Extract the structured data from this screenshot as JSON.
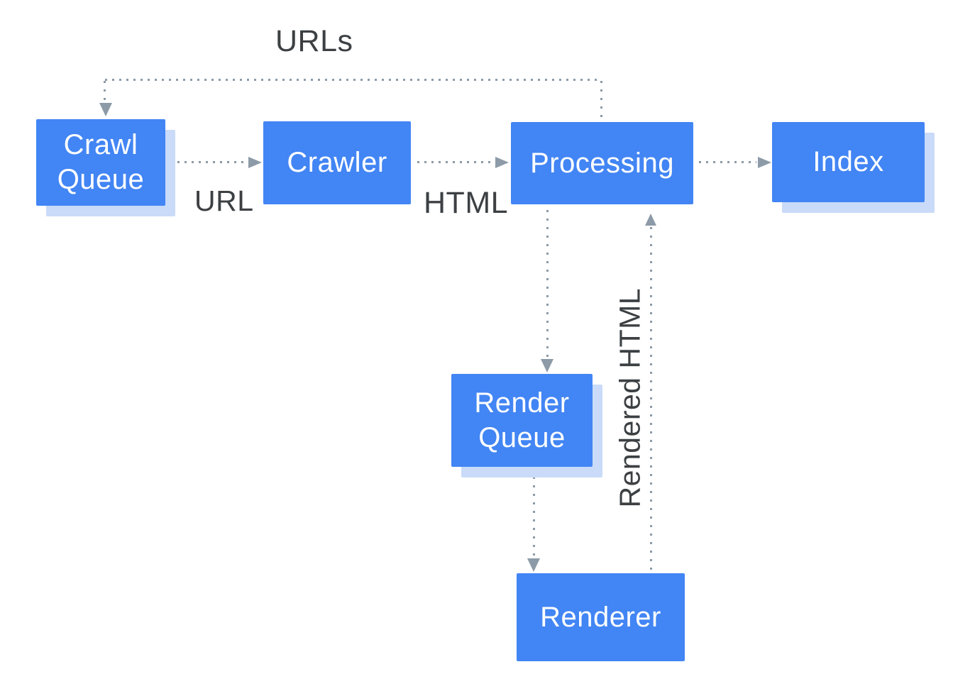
{
  "diagram": {
    "top_label": "URLs",
    "nodes": [
      {
        "id": "crawl-queue",
        "label": "Crawl Queue"
      },
      {
        "id": "crawler",
        "label": "Crawler"
      },
      {
        "id": "processing",
        "label": "Processing"
      },
      {
        "id": "index",
        "label": "Index"
      },
      {
        "id": "render-queue",
        "label": "Render Queue"
      },
      {
        "id": "renderer",
        "label": "Renderer"
      }
    ],
    "edge_labels": {
      "url": "URL",
      "html": "HTML",
      "rendered_html": "Rendered HTML"
    },
    "colors": {
      "node_fill": "#4285f4",
      "node_text": "#ffffff",
      "node_shadow": "#c9dbf8",
      "connector": "#8d9ba8",
      "label_text": "#3c4043",
      "background": "#ffffff"
    }
  }
}
